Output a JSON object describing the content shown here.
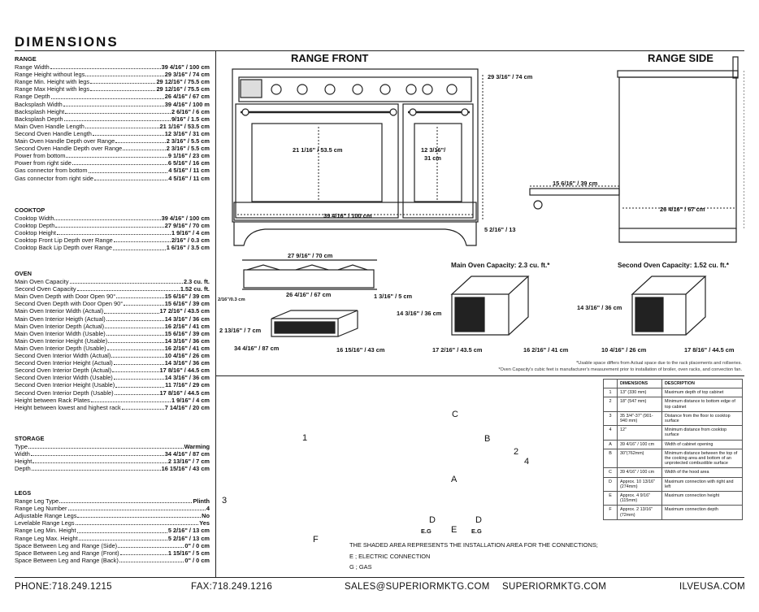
{
  "title": "DIMENSIONS",
  "range_section": {
    "heading": "RANGE",
    "rows": [
      {
        "label": "Range Width",
        "value": "39 4/16\" / 100 cm"
      },
      {
        "label": "Range Height without legs",
        "value": "29 3/16\" / 74 cm"
      },
      {
        "label": "Range Min. Height with legs",
        "value": "29 12/16\" / 75.5 cm"
      },
      {
        "label": "Range Max Height with legs",
        "value": "29 12/16\" / 75.5 cm"
      },
      {
        "label": "Range Depth",
        "value": "26 4/16\" / 67 cm"
      },
      {
        "label": "Backsplash Width",
        "value": "39 4/16\" / 100 m"
      },
      {
        "label": "Backsplash Height",
        "value": "2 6/16\" / 6 cm"
      },
      {
        "label": "Backsplash Depth",
        "value": "9/16\" / 1.5 cm"
      },
      {
        "label": "Main Oven Handle Length",
        "value": "21 1/16\" / 53.5 cm"
      },
      {
        "label": "Second Oven Handle Length",
        "value": "12 3/16\" / 31 cm"
      },
      {
        "label": "Main Oven Handle Depth over Range",
        "value": "2 3/16\" / 5.5 cm"
      },
      {
        "label": "Second Oven Handle Depth over Range",
        "value": "2 3/16\" / 5.5 cm"
      },
      {
        "label": "Power from bottom",
        "value": "9 1/16\" / 23 cm"
      },
      {
        "label": "Power from right side",
        "value": "6 5/16\" / 16 cm"
      },
      {
        "label": "Gas connector from bottom",
        "value": "4 5/16\" / 11 cm"
      },
      {
        "label": "Gas connector from right side",
        "value": "4 5/16\" / 11 cm"
      }
    ]
  },
  "cooktop_section": {
    "heading": "COOKTOP",
    "rows": [
      {
        "label": "Cooktop Width",
        "value": "39 4/16\" / 100 cm"
      },
      {
        "label": "Cooktop Depth",
        "value": "27 9/16\" / 70 cm"
      },
      {
        "label": "Cooktop Height",
        "value": "1 9/16\" / 4 cm"
      },
      {
        "label": "Cooktop Front Lip Depth over Range",
        "value": "2/16\" / 0.3 cm"
      },
      {
        "label": "Cooktop Back Lip Depth over Range",
        "value": "1 6/16\" / 3.5 cm"
      }
    ]
  },
  "oven_section": {
    "heading": "OVEN",
    "rows": [
      {
        "label": "Main Oven Capacity",
        "value": "2.3 cu. ft."
      },
      {
        "label": "Second Oven Capacity",
        "value": "1.52 cu. ft."
      },
      {
        "label": "Main Oven Depth with Door Open 90°",
        "value": "15 6/16\" / 39 cm"
      },
      {
        "label": "Second Oven Depth with Door Open 90°",
        "value": "15 6/16\" / 39 cm"
      },
      {
        "label": "Main Oven Interior Width (Actual)",
        "value": "17 2/16\" / 43.5 cm"
      },
      {
        "label": "Main Oven Interior Heigth (Actual)",
        "value": "14 3/16\" / 36 cm"
      },
      {
        "label": "Main Oven Interior Depth (Actual)",
        "value": "16 2/16\" / 41 cm"
      },
      {
        "label": "Main Oven Interior Width (Usable)",
        "value": "15 6/16\" / 39 cm"
      },
      {
        "label": "Main Oven Interior Height (Usable)",
        "value": "14 3/16\" / 36 cm"
      },
      {
        "label": "Main Oven Interior Depth (Usable)",
        "value": "16 2/16\" / 41 cm"
      },
      {
        "label": "Second Oven Interior Width (Actual)",
        "value": "10 4/16\" / 26 cm"
      },
      {
        "label": "Second Oven Interior Height (Actual)",
        "value": "14 3/16\" / 36 cm"
      },
      {
        "label": "Second Oven Interior Depth (Actual)",
        "value": "17 8/16\" / 44.5 cm"
      },
      {
        "label": "Second Oven Interior Width (Usable)",
        "value": "14 3/16\" / 36 cm"
      },
      {
        "label": "Second Oven Interior Height (Usable)",
        "value": "11 7/16\" / 29 cm"
      },
      {
        "label": "Second Oven Interior Depth (Usable)",
        "value": "17 8/16\" / 44.5 cm"
      },
      {
        "label": "Height between Rack Plates",
        "value": "1 9/16\" / 4 cm"
      },
      {
        "label": "Height between lowest and highest rack",
        "value": "7 14/16\" / 20 cm"
      }
    ]
  },
  "storage_section": {
    "heading": "STORAGE",
    "rows": [
      {
        "label": "Type",
        "value": "Warming"
      },
      {
        "label": "Width",
        "value": "34 4/16\" / 87 cm"
      },
      {
        "label": "Height",
        "value": "2 13/16\" / 7 cm"
      },
      {
        "label": "Depth",
        "value": "16 15/16\" / 43 cm"
      }
    ]
  },
  "legs_section": {
    "heading": "LEGS",
    "rows": [
      {
        "label": "Range Leg Type",
        "value": "Plinth"
      },
      {
        "label": "Range Leg Number",
        "value": "4"
      },
      {
        "label": "Adjustable Range Legs",
        "value": "No"
      },
      {
        "label": "Levelable Range Legs",
        "value": "Yes"
      },
      {
        "label": "Range Leg Min. Height",
        "value": "5 2/16\" / 13 cm"
      },
      {
        "label": "Range Leg Max. Height",
        "value": "5 2/16\" / 13 cm"
      },
      {
        "label": "Space Between Leg and Range (Side)",
        "value": "0\" / 0 cm"
      },
      {
        "label": "Space Between Leg and Range (Front)",
        "value": "1 15/16\" / 5 cm"
      },
      {
        "label": "Space Between Leg and Range (Back)",
        "value": "0\" / 0 cm"
      }
    ]
  },
  "drawings": {
    "front_heading": "RANGE FRONT",
    "side_heading": "RANGE SIDE",
    "front_height": "29 3/16\" / 74 cm",
    "main_handle": "21 1/16\" / 53.5 cm",
    "second_handle_a": "12 3/16\"/",
    "second_handle_b": "31 cm",
    "front_width": "39 4/16\" / 100 cm",
    "leg_height": "5 2/16\" / 13",
    "door_open": "15 6/16\" / 39 cm",
    "side_depth": "26 4/16\" / 67 cm",
    "cooktop_depth": "27 9/16\" / 70 cm",
    "cooktop_range_depth": "26 4/16\" / 67 cm",
    "cooktop_back_lip": "1 3/16\" / 5 cm",
    "cooktop_front_lip": "2/16\"/0.3 cm",
    "drawer_height": "2 13/16\" / 7 cm",
    "drawer_width": "34 4/16\" / 87 cm",
    "drawer_depth": "16 15/16\" / 43 cm",
    "main_capacity": "Main Oven Capacity: 2.3 cu. ft.*",
    "main_int_h": "14 3/16\" / 36 cm",
    "main_int_w": "17 2/16\" / 43.5 cm",
    "main_int_d": "16 2/16\" / 41 cm",
    "second_capacity": "Second Oven Capacity: 1.52 cu. ft.*",
    "second_int_h": "14 3/16\" / 36 cm",
    "second_int_w": "10 4/16\" / 26 cm",
    "second_int_d": "17 8/16\" / 44.5 cm",
    "note1": "*Usable space differs from Actual space due to the rack placements and rollseries.",
    "note2": "*Oven Capacity's cubic feet is manufacturer's measurement prior to installation of broiler, oven racks, and convection fan."
  },
  "installation": {
    "line1": "THE SHADED AREA REPRESENTS THE INSTALLATION AREA FOR THE CONNECTIONS;",
    "line2": "E ; ELECTRIC CONNECTION",
    "line3": "G ; GAS",
    "markers": [
      "1",
      "2",
      "3",
      "4",
      "A",
      "B",
      "C",
      "D",
      "E",
      "F"
    ],
    "eg1": "E.G",
    "eg2": "E.G",
    "e_label": "E"
  },
  "dims_table": {
    "col1": "DIMENSIONS",
    "col2": "DESCRIPTION",
    "rows": [
      {
        "k": "1",
        "d": "13\" (330 mm)",
        "desc": "Maximum depth of top cabinet"
      },
      {
        "k": "2",
        "d": "18\" (547 mm)",
        "desc": "Minimum distance to bottom edge of top cabinet"
      },
      {
        "k": "3",
        "d": "35 3/4\"-37\" (901-940 mm)",
        "desc": "Distance from the floor to cooktop surface"
      },
      {
        "k": "4",
        "d": "12\"",
        "desc": "Minimum distance from cooktop surface"
      },
      {
        "k": "A",
        "d": "39 4/16\" / 100 cm",
        "desc": "Width of cabinet opening"
      },
      {
        "k": "B",
        "d": "30\"(762mm)",
        "desc": "Minimum distance between the top of the cooking area and bottom of an unprotected combustible surface"
      },
      {
        "k": "C",
        "d": "39 4/16\" / 100 cm",
        "desc": "Width of the hood area"
      },
      {
        "k": "D",
        "d": "Approx. 10 13/16\" (274mm)",
        "desc": "Maximum connection with right and left"
      },
      {
        "k": "E",
        "d": "Approx. 4 9/16\" (115mm)",
        "desc": "Maximum connection height"
      },
      {
        "k": "F",
        "d": "Approx. 2 13/16\" (72mm)",
        "desc": "Maximum connection depth"
      }
    ]
  },
  "footer": {
    "phone": "PHONE:718.249.1215",
    "fax": "FAX:718.249.1216",
    "email": "SALES@SUPERIORMKTG.COM",
    "site": "SUPERIORMKTG.COM",
    "brand_site": "ILVEUSA.COM"
  }
}
